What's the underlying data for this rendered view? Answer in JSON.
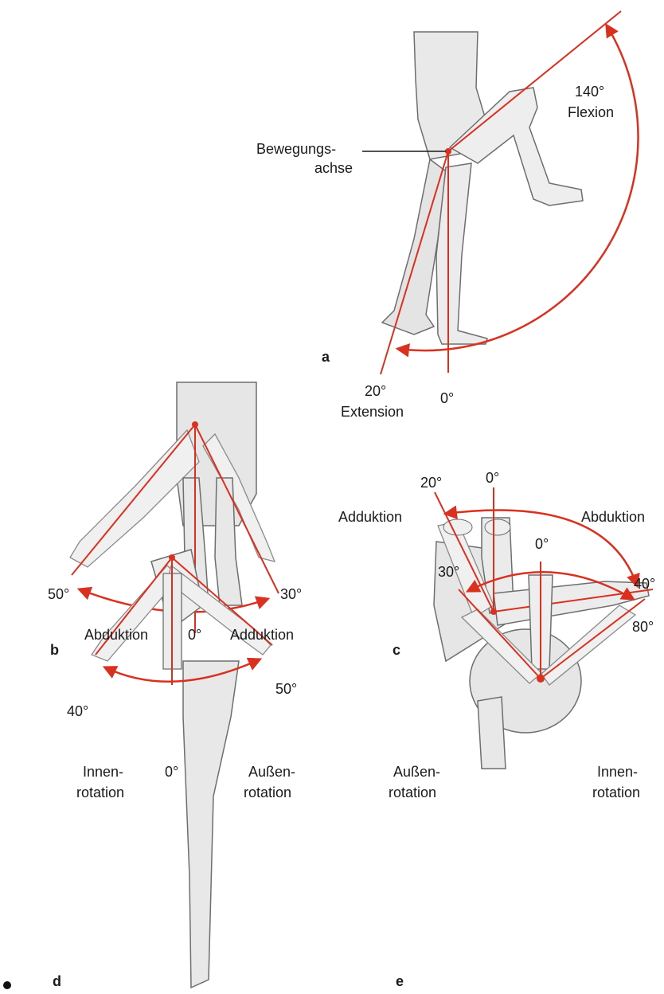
{
  "panels": {
    "a": {
      "letter": "a",
      "axis_label_line1": "Bewegungs-",
      "axis_label_line2": "achse",
      "flexion_degree": "140°",
      "flexion_label": "Flexion",
      "extension_degree": "20°",
      "extension_label": "Extension",
      "zero": "0°"
    },
    "b": {
      "letter": "b",
      "left_degree": "50°",
      "right_degree": "30°",
      "zero": "0°",
      "left_label": "Abduktion",
      "right_label": "Adduktion"
    },
    "c": {
      "letter": "c",
      "top_left_degree": "20°",
      "zero": "0°",
      "left_label": "Adduktion",
      "right_label": "Abduktion",
      "right_degree": "80°"
    },
    "d": {
      "letter": "d",
      "left_degree": "40°",
      "right_degree": "50°",
      "zero": "0°",
      "left_label_line1": "Innen-",
      "left_label_line2": "rotation",
      "right_label_line1": "Außen-",
      "right_label_line2": "rotation"
    },
    "e": {
      "letter": "e",
      "zero": "0°",
      "left_degree": "30°",
      "right_degree": "40°",
      "left_label_line1": "Außen-",
      "left_label_line2": "rotation",
      "right_label_line1": "Innen-",
      "right_label_line2": "rotation"
    }
  },
  "colors": {
    "accent": "#d9301f",
    "skin": "#e9e9e9",
    "outline": "#6e6e6e",
    "shade": "#d2d2d2"
  }
}
